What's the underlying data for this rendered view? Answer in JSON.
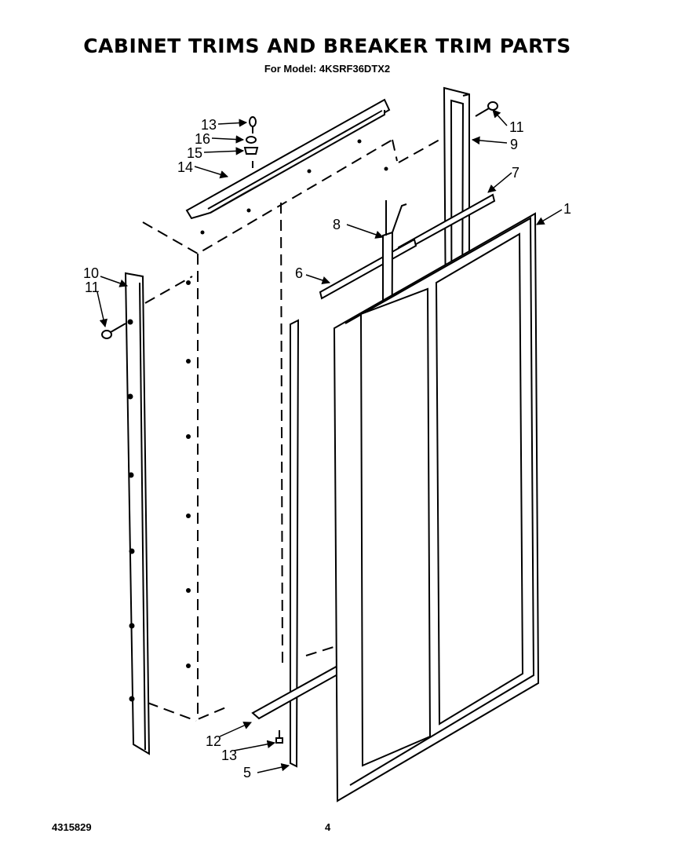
{
  "header": {
    "title": "CABINET TRIMS AND BREAKER TRIM PARTS",
    "subtitle": "For Model: 4KSRF36DTX2"
  },
  "footer": {
    "doc_number": "4315829",
    "page_number": "4"
  },
  "callouts": [
    {
      "id": "c13a",
      "label": "13"
    },
    {
      "id": "c16",
      "label": "16"
    },
    {
      "id": "c15",
      "label": "15"
    },
    {
      "id": "c14",
      "label": "14"
    },
    {
      "id": "c11a",
      "label": "11"
    },
    {
      "id": "c9",
      "label": "9"
    },
    {
      "id": "c7",
      "label": "7"
    },
    {
      "id": "c1",
      "label": "1"
    },
    {
      "id": "c8",
      "label": "8"
    },
    {
      "id": "c10",
      "label": "10"
    },
    {
      "id": "c11b",
      "label": "11"
    },
    {
      "id": "c6",
      "label": "6"
    },
    {
      "id": "c12",
      "label": "12"
    },
    {
      "id": "c13b",
      "label": "13"
    },
    {
      "id": "c5",
      "label": "5"
    }
  ]
}
